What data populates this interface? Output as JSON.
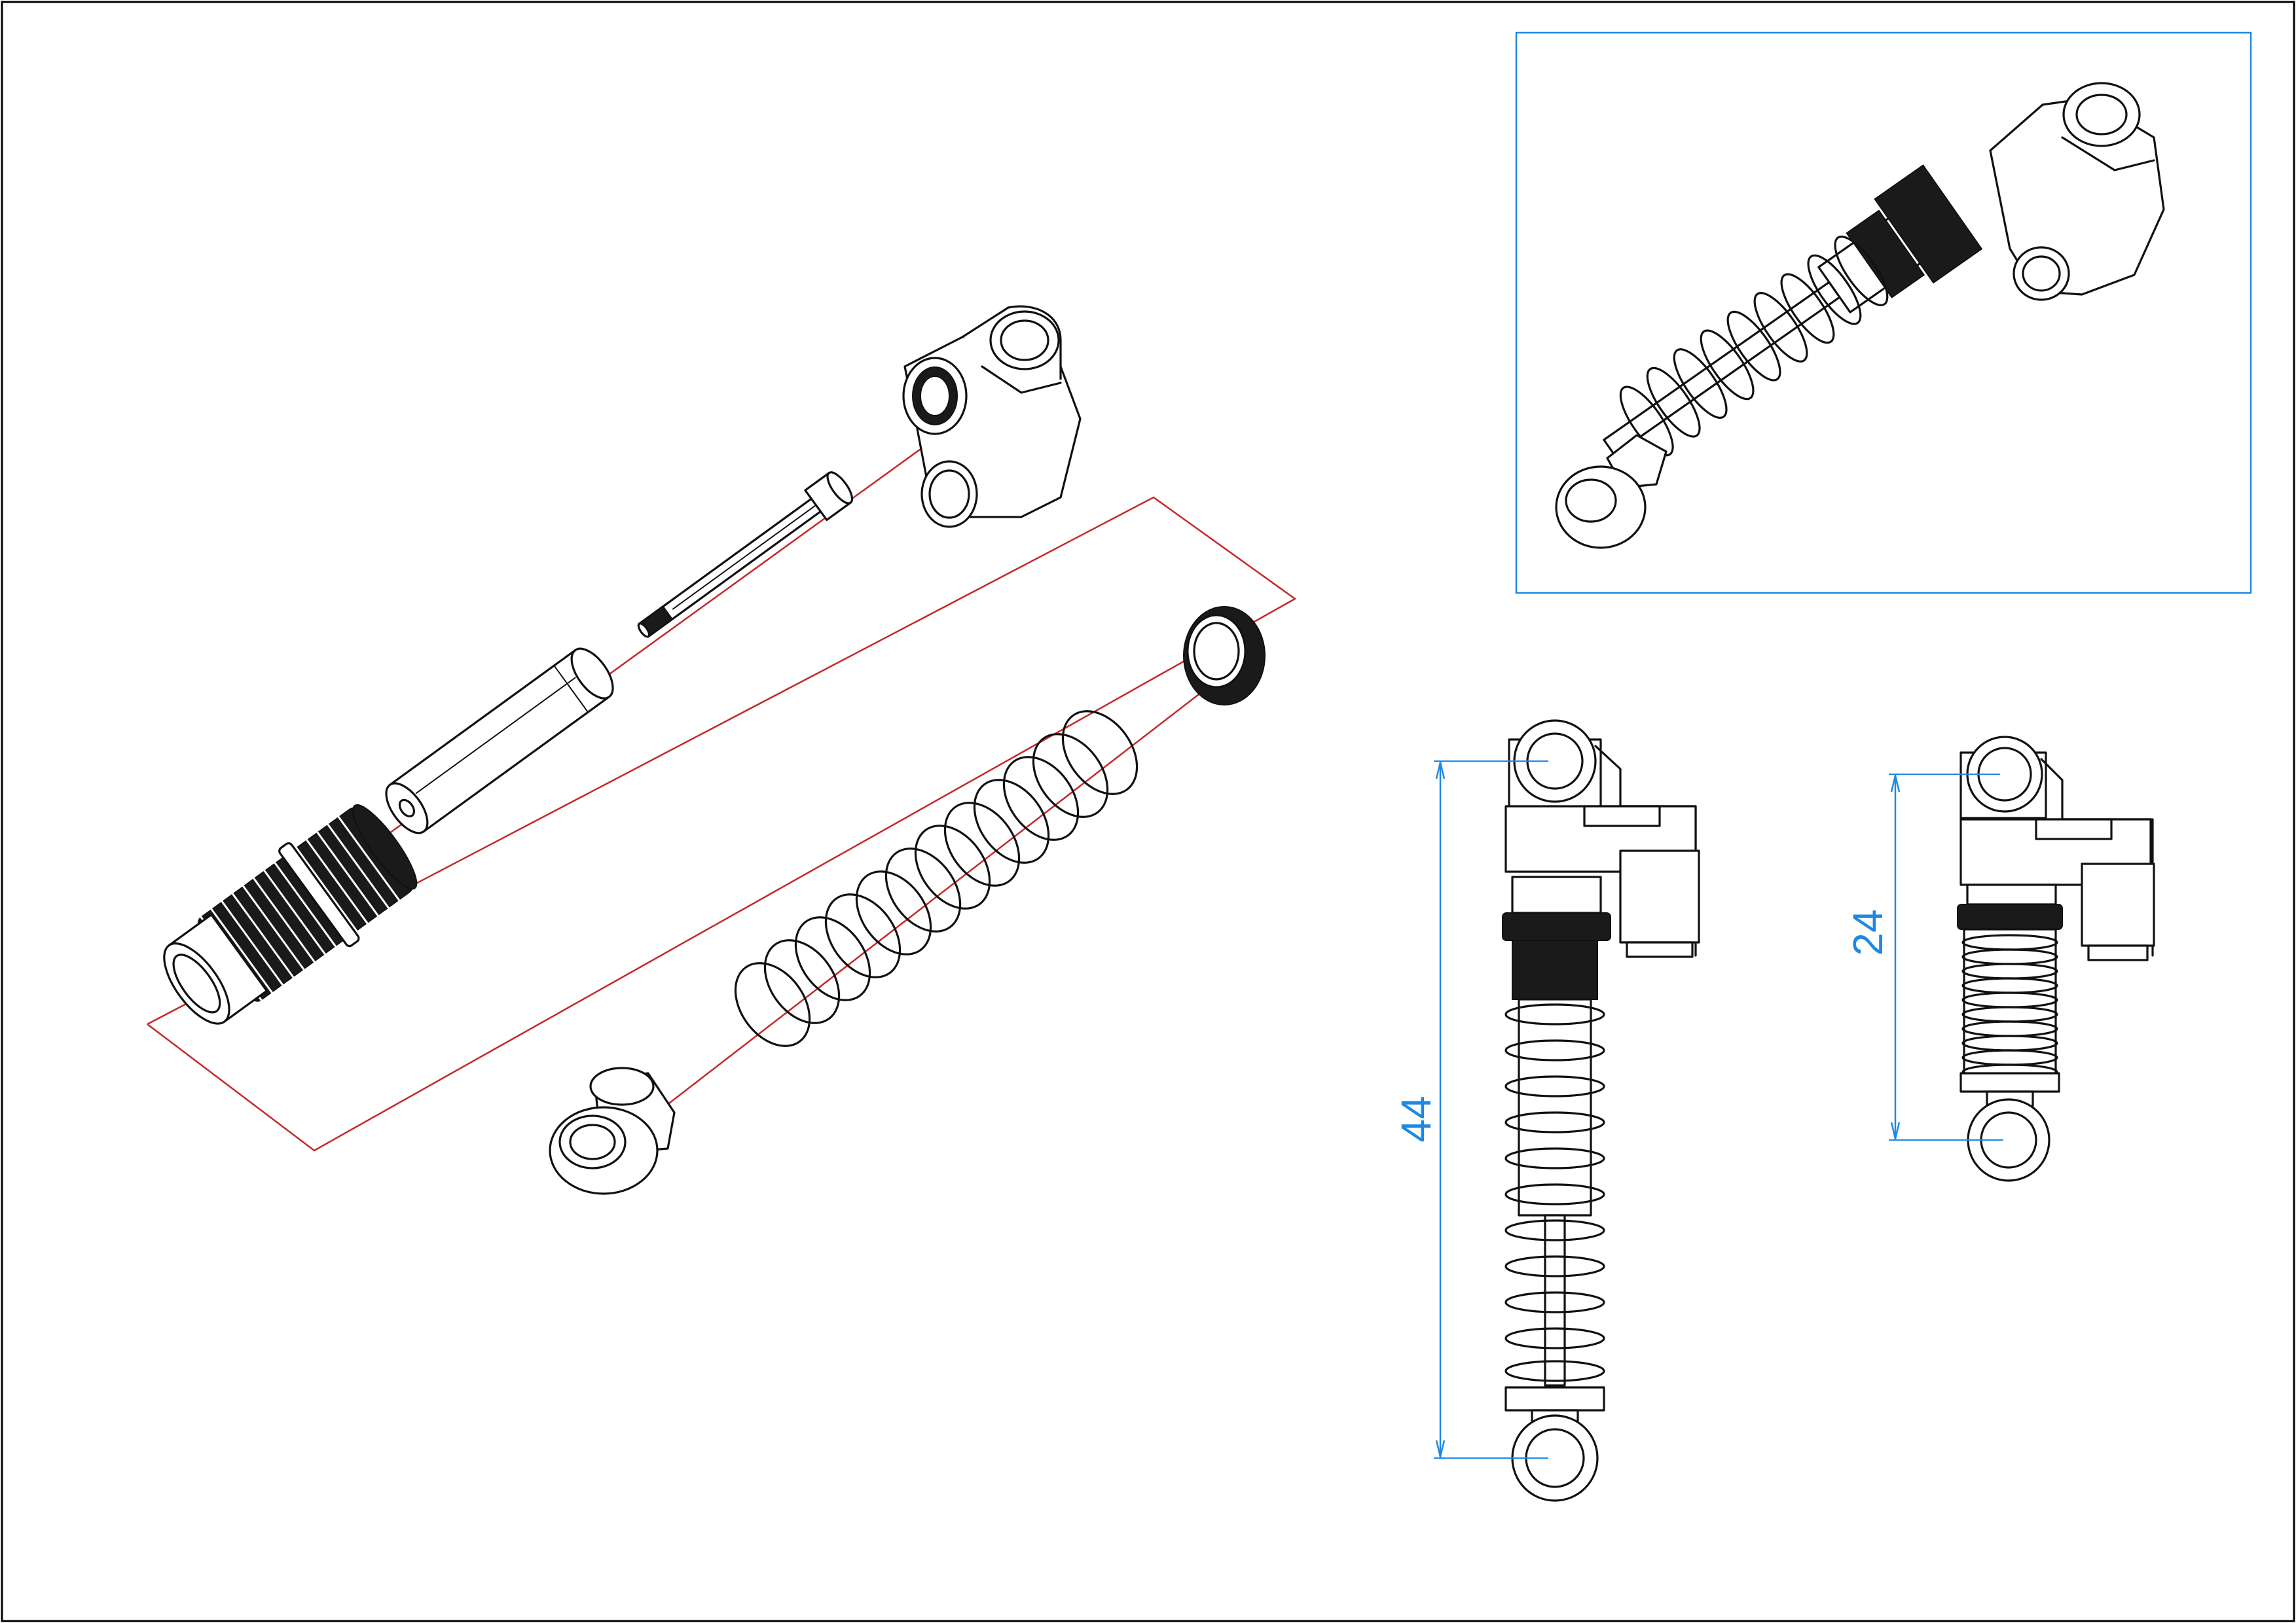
{
  "drawing": {
    "colors": {
      "line": "#111111",
      "assembly_path": "#c62828",
      "dimension": "#1e88e5",
      "inset_frame": "#1e88e5",
      "border": "#000000",
      "background": "#ffffff"
    },
    "views": [
      "exploded-view",
      "assembled-isometric-inset",
      "extended-front-view",
      "compressed-front-view"
    ],
    "dimensions": {
      "extended_length": "44",
      "compressed_length": "24"
    }
  }
}
